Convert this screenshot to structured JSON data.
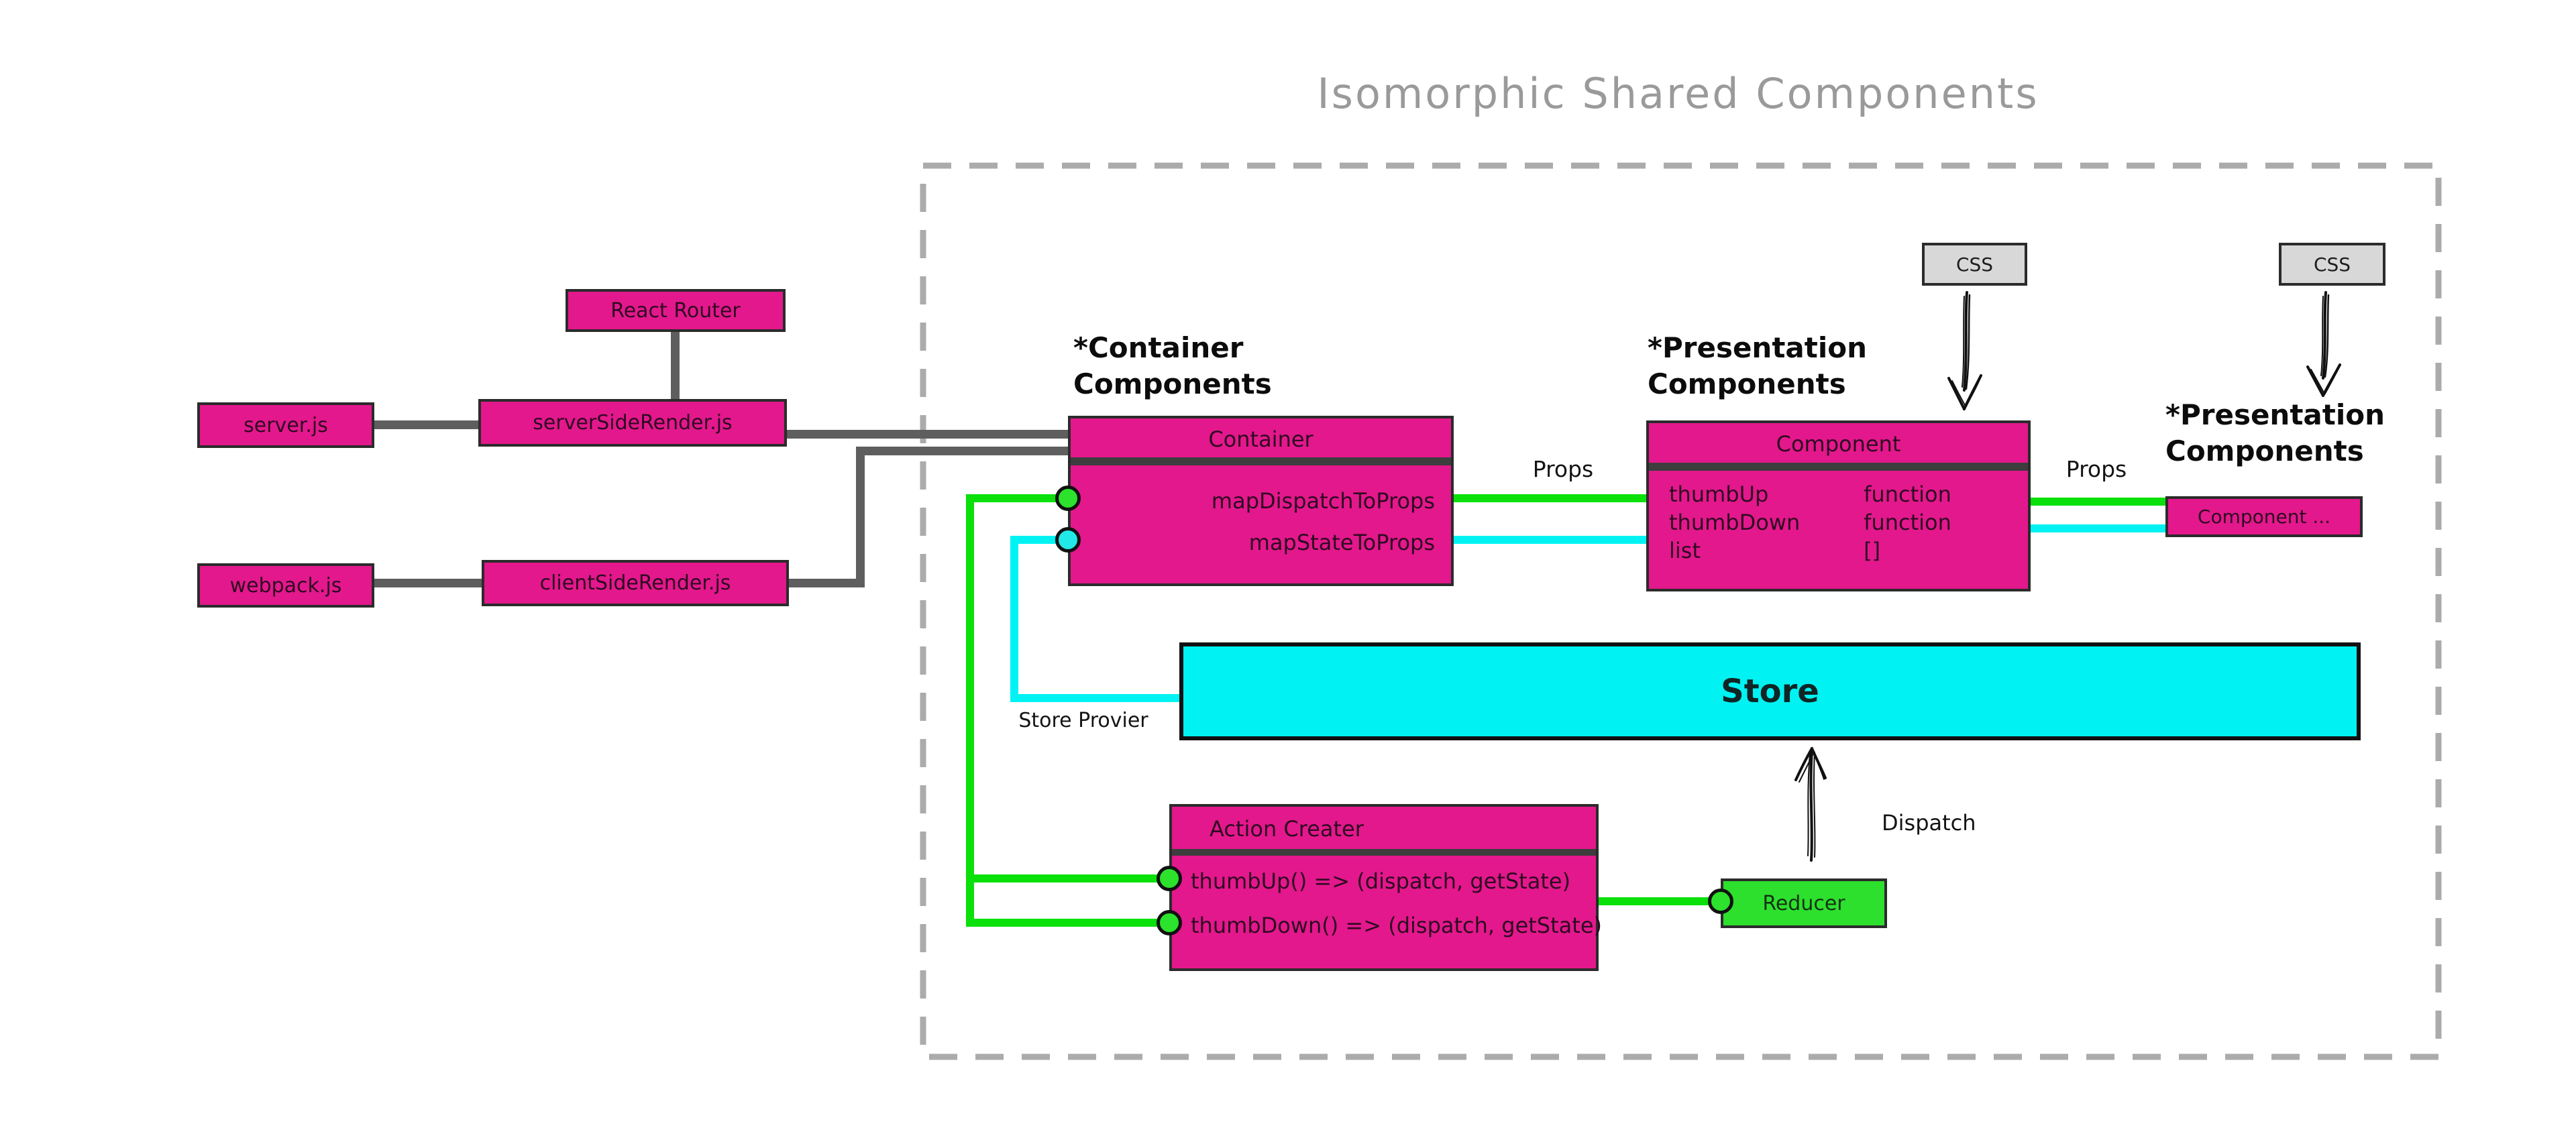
{
  "title": "Isomorphic Shared Components",
  "nodes": {
    "react_router": {
      "label": "React Router"
    },
    "server_js": {
      "label": "server.js"
    },
    "server_side_render": {
      "label": "serverSideRender.js"
    },
    "webpack_js": {
      "label": "webpack.js"
    },
    "client_side_render": {
      "label": "clientSideRender.js"
    },
    "container": {
      "header": "Container",
      "row1": "mapDispatchToProps",
      "row2": "mapStateToProps"
    },
    "component": {
      "header": "Component",
      "row1_name": "thumbUp",
      "row1_value": "function",
      "row2_name": "thumbDown",
      "row2_value": "function",
      "row3_name": "list",
      "row3_value": "[]"
    },
    "component_more": {
      "label": "Component ..."
    },
    "css_left": {
      "label": "CSS"
    },
    "css_right": {
      "label": "CSS"
    },
    "store": {
      "label": "Store"
    },
    "action_creator": {
      "header": "Action Creater",
      "row1": "thumbUp() => (dispatch, getState)",
      "row2": "thumbDown() => (dispatch, getState)"
    },
    "reducer": {
      "label": "Reducer"
    }
  },
  "labels": {
    "container_components_line1": "*Container",
    "container_components_line2": "Components",
    "presentation_mid_line1": "*Presentation",
    "presentation_mid_line2": "Components",
    "presentation_right_line1": "*Presentation",
    "presentation_right_line2": "Components",
    "props_left": "Props",
    "props_right": "Props",
    "store_provider": "Store Provier",
    "dispatch": "Dispatch"
  },
  "colors": {
    "magenta": "#e3188c",
    "green": "#0ae00a",
    "cyan": "#00f2f2",
    "gray_line": "#5e5e5e",
    "css_gray": "#d8d8d8",
    "boundary_gray": "#ababab",
    "title_gray": "#9a9a9a"
  }
}
